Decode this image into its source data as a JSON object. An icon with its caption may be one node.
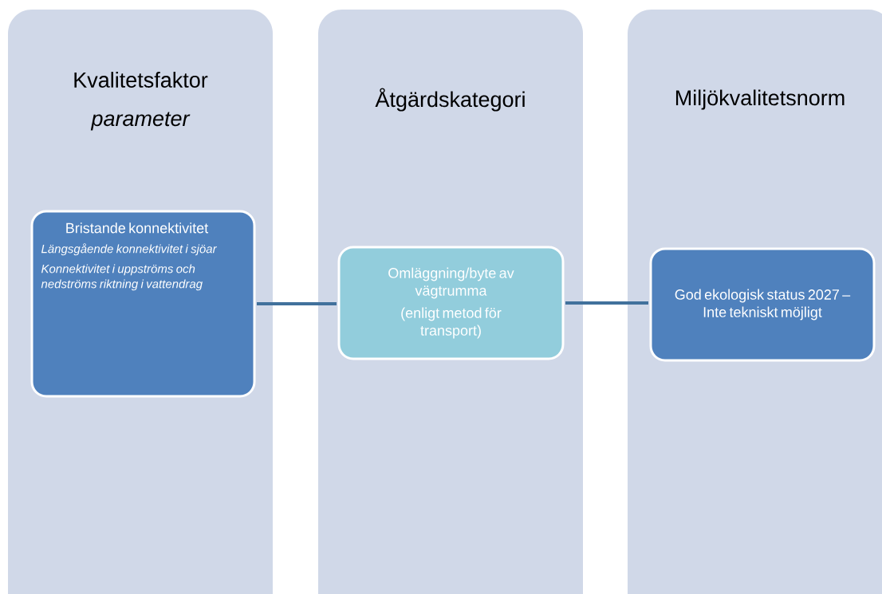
{
  "diagram": {
    "nodes": [
      {
        "text": [
          "Kvalitetsfaktor",
          "parameter"
        ]
      },
      {
        "text": [
          "Bristande konnektivitet",
          "Längsgående konnektivitet i sjöar",
          "Konnektivitet i uppströms och nedströms riktning i vattendrag"
        ],
        "in": 0
      },
      {
        "text": [
          "Åtgärdskategori"
        ]
      },
      {
        "text": [
          "Omläggning/byte av vägtrumma",
          "(enligt metod för transport)"
        ],
        "in": 2
      },
      {
        "text": [
          "Miljökvalitetsnorm"
        ]
      },
      {
        "text": [
          "God ekologisk status 2027 – Inte tekniskt möjligt"
        ],
        "in": 4
      }
    ],
    "edges": [
      {
        "from": 1,
        "to": 3,
        "arrow": "none"
      },
      {
        "from": 3,
        "to": 5,
        "arrow": "none"
      }
    ]
  }
}
